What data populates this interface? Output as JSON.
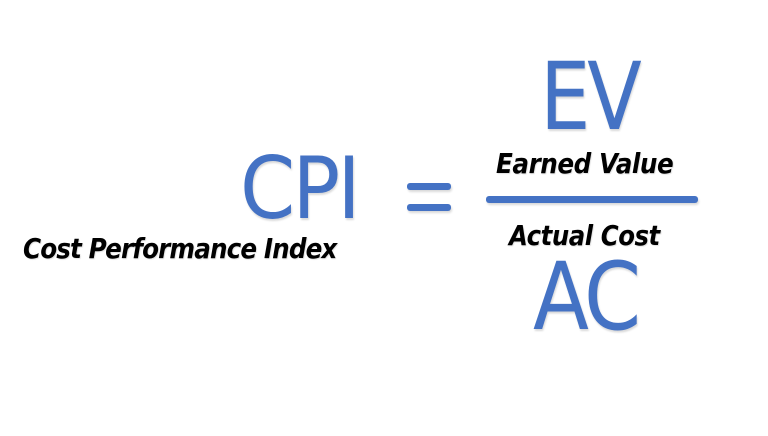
{
  "formula": {
    "lhs": {
      "symbol": "CPI",
      "description": "Cost Performance Index"
    },
    "operator": "=",
    "numerator": {
      "symbol": "EV",
      "description": "Earned Value"
    },
    "denominator": {
      "symbol": "AC",
      "description": "Actual Cost"
    }
  },
  "colors": {
    "accent": "#4472c4",
    "label_text": "#000000",
    "background": "#ffffff"
  }
}
